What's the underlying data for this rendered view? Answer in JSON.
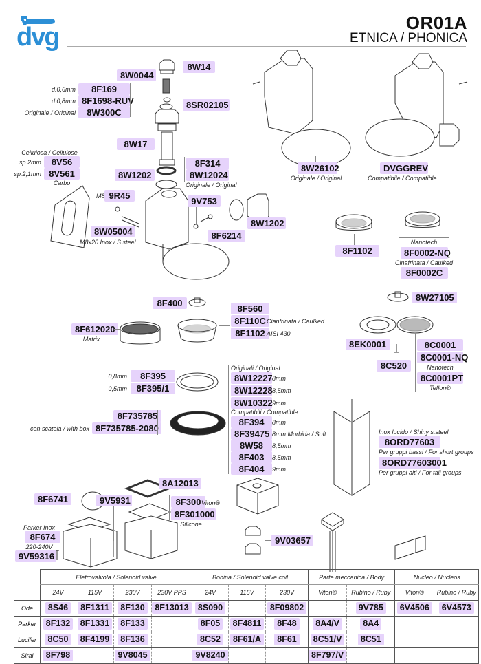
{
  "header": {
    "brand": "dvg",
    "brand_color": "#2c8fd6",
    "model_code": "OR01A",
    "model_name": "ETNICA / PHONICA"
  },
  "label_color": "#e6d3fb",
  "group_parts": {
    "top_cap": "8W14",
    "spring": "8W0044",
    "jet_options": [
      {
        "note": "d.0,6mm",
        "code": "8F169"
      },
      {
        "note": "d.0,8mm",
        "code": "8F1698-RUV"
      },
      {
        "note": "Originale / Original",
        "code": "8W300C"
      }
    ],
    "oring_small": "8SR02105",
    "valve_body": "8W17",
    "oring_black": {
      "codes": [
        "8F314",
        "8W12024"
      ],
      "note": "Originale / Original"
    },
    "gasket_ring": "8W1202",
    "gasket_plate": {
      "header": "Cellulosa / Cellulose",
      "items": [
        {
          "note": "sp.2mm",
          "code": "8V56"
        },
        {
          "note": "sp.2,1mm",
          "code": "8V561"
        }
      ],
      "footer": "Carbo"
    },
    "nut": {
      "note": "M8",
      "code": "9R45"
    },
    "stud": {
      "code": "8W05004",
      "note": "M8x20 Inox / S.steel"
    },
    "washer": "9V753",
    "screw": "8F6214",
    "side_plug_ring": "8W1202"
  },
  "complete_groups": [
    {
      "code": "8W26102",
      "note": "Originale / Original"
    },
    {
      "code": "DVGGREV",
      "note": "Compatibile / Compatible"
    }
  ],
  "shower_right": {
    "screen": "8F1102",
    "nanotech_note": "Nanotech",
    "nanotech_code": "8F0002-NQ",
    "caulked_note": "Cinafrinata / Caulked",
    "caulked_code": "8F0002C"
  },
  "shower_left": {
    "screw_holder": "8F400",
    "matrix": {
      "code": "8F612020",
      "note": "Matrix"
    },
    "screens": [
      {
        "code": "8F560",
        "note": ""
      },
      {
        "code": "8F110C",
        "note": "Cianfrinata / Caulked"
      },
      {
        "code": "8F1102",
        "note": "AISI 430"
      }
    ]
  },
  "dispersion": {
    "screw_holder": "8W27105",
    "plate": "8EK0001",
    "screw": "8C520",
    "screens": [
      {
        "code": "8C0001",
        "note": ""
      },
      {
        "code": "8C0001-NQ",
        "note": "Nanotech"
      },
      {
        "code": "8C0001PT",
        "note": "Teflon®"
      }
    ]
  },
  "shims": [
    {
      "note": "0,8mm",
      "code": "8F395"
    },
    {
      "note": "0,5mm",
      "code": "8F395/1"
    }
  ],
  "gasket_kit": [
    {
      "note": "",
      "code": "8F735785"
    },
    {
      "note": "con scatola / with box",
      "code": "8F735785-2080"
    }
  ],
  "group_gaskets": {
    "originals_header": "Originali / Original",
    "originals": [
      {
        "code": "8W12227",
        "note": "8mm"
      },
      {
        "code": "8W12228",
        "note": "8,5mm"
      },
      {
        "code": "8W10322",
        "note": "9mm"
      }
    ],
    "compatibles_header": "Compatibili / Compatible",
    "compatibles": [
      {
        "code": "8F394",
        "note": "8mm"
      },
      {
        "code": "8F39475",
        "note": "8mm Morbida / Soft"
      },
      {
        "code": "8W58",
        "note": "8,5mm"
      },
      {
        "code": "8F403",
        "note": "8,5mm"
      },
      {
        "code": "8F404",
        "note": "9mm"
      }
    ]
  },
  "cover": {
    "header": "Inox lucido / Shiny s.steel",
    "items": [
      {
        "code": "8ORD77603",
        "note": "Per gruppi bassi / For short groups"
      },
      {
        "code": "8ORD77603001",
        "note": "Per gruppi alti / For tall groups"
      }
    ]
  },
  "solenoid": {
    "seal_ring": "8F6741",
    "screw_long": "9V5931",
    "gasket_dark": "8A12013",
    "gaskets": [
      {
        "code": "8F300",
        "note": "Viton®"
      },
      {
        "code": "8F301000",
        "note": "Silicone"
      }
    ],
    "valve": {
      "top_note": "Parker Inox",
      "code": "8F674",
      "bottom_note": "220-240V"
    },
    "screw_short": "9V59316",
    "fitting": "9V03657"
  },
  "table": {
    "groups": [
      {
        "label": "Eletrovalvola / Solenoid valve",
        "cols": [
          "24V",
          "115V",
          "230V",
          "230V PPS"
        ]
      },
      {
        "label": "Bobina / Solenoid valve coil",
        "cols": [
          "24V",
          "115V",
          "230V"
        ]
      },
      {
        "label": "Parte meccanica /  Body",
        "cols": [
          "Viton®",
          "Rubino / Ruby"
        ]
      },
      {
        "label": "Nucleo / Nucleos",
        "cols": [
          "Viton®",
          "Rubino / Ruby"
        ]
      }
    ],
    "rows": [
      {
        "brand": "Ode",
        "cells": [
          "8S46",
          "8F1311",
          "8F130",
          "8F13013",
          "8S090",
          "",
          "8F09802",
          "",
          "9V785",
          "6V4506",
          "6V4573"
        ]
      },
      {
        "brand": "Parker",
        "cells": [
          "8F132",
          "8F1331",
          "8F133",
          "",
          "8F05",
          "8F4811",
          "8F48",
          "8A4/V",
          "8A4",
          "",
          ""
        ]
      },
      {
        "brand": "Lucifer",
        "cells": [
          "8C50",
          "8F4199",
          "8F136",
          "",
          "8C52",
          "8F61/A",
          "8F61",
          "8C51/V",
          "8C51",
          "",
          ""
        ]
      },
      {
        "brand": "Sirai",
        "cells": [
          "8F798",
          "",
          "9V8045",
          "",
          "9V8240",
          "",
          "",
          "8F797/V",
          "",
          "",
          ""
        ]
      }
    ]
  }
}
